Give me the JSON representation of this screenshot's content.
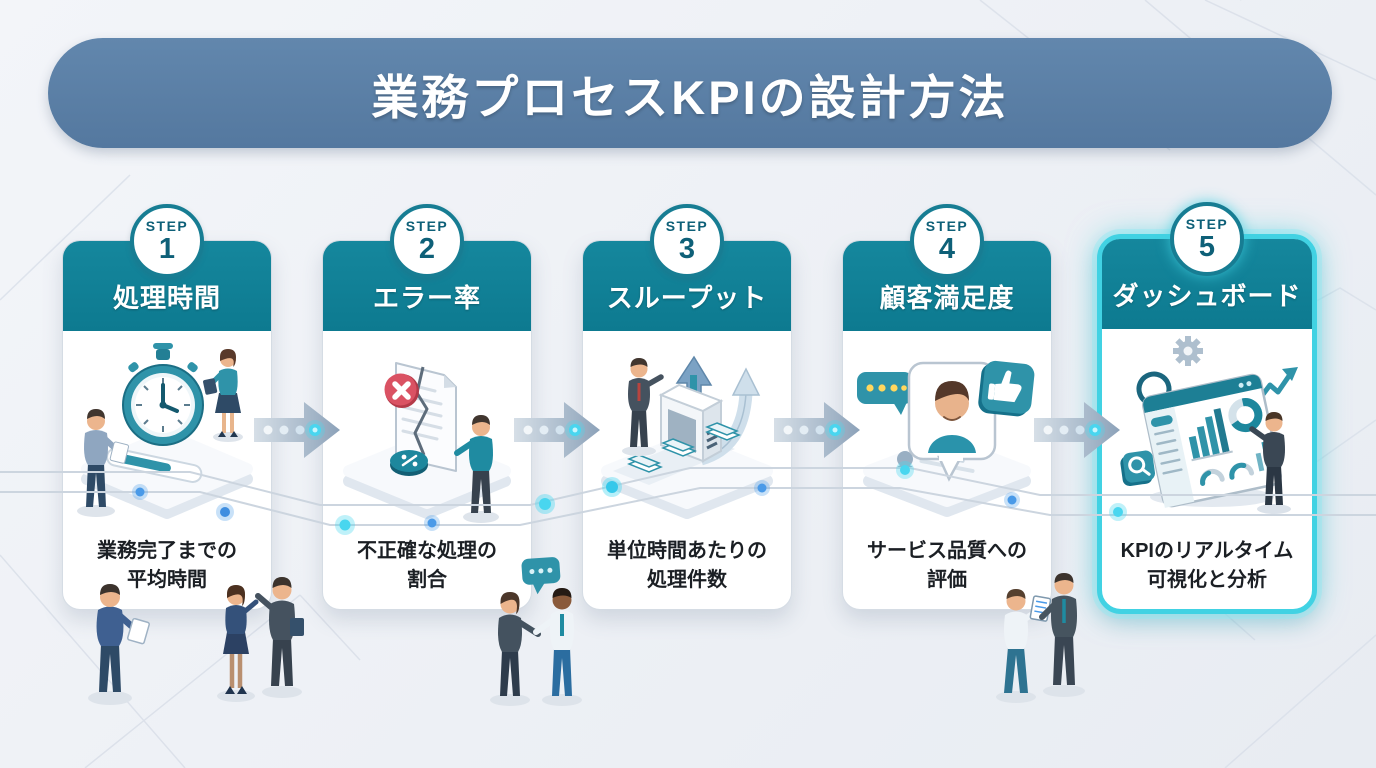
{
  "title": "業務プロセスKPIの設計方法",
  "steps": [
    {
      "badge": "STEP",
      "number": "1",
      "title": "処理時間",
      "desc_line1": "業務完了までの",
      "desc_line2": "平均時間",
      "icon": "stopwatch-icon"
    },
    {
      "badge": "STEP",
      "number": "2",
      "title": "エラー率",
      "desc_line1": "不正確な処理の",
      "desc_line2": "割合",
      "icon": "error-document-icon"
    },
    {
      "badge": "STEP",
      "number": "3",
      "title": "スループット",
      "desc_line1": "単位時間あたりの",
      "desc_line2": "処理件数",
      "icon": "throughput-icon"
    },
    {
      "badge": "STEP",
      "number": "4",
      "title": "顧客満足度",
      "desc_line1": "サービス品質への",
      "desc_line2": "評価",
      "icon": "customer-feedback-icon"
    },
    {
      "badge": "STEP",
      "number": "5",
      "title": "ダッシュボード",
      "desc_line1": "KPIのリアルタイム",
      "desc_line2": "可視化と分析",
      "icon": "dashboard-icon",
      "highlighted": true
    }
  ],
  "colors": {
    "background": "#eef1f5",
    "banner_blue": "#5a7da4",
    "card_header_teal": "#0f8096",
    "badge_teal": "#177d93",
    "badge_text": "#0e6078",
    "highlight_cyan": "#41d2e3",
    "arrow_gray": "#8ea4ba",
    "glow_dot_cyan": "#49d6ef",
    "glow_dot_blue": "#4a9ae8",
    "description_text": "#1b1f24"
  }
}
